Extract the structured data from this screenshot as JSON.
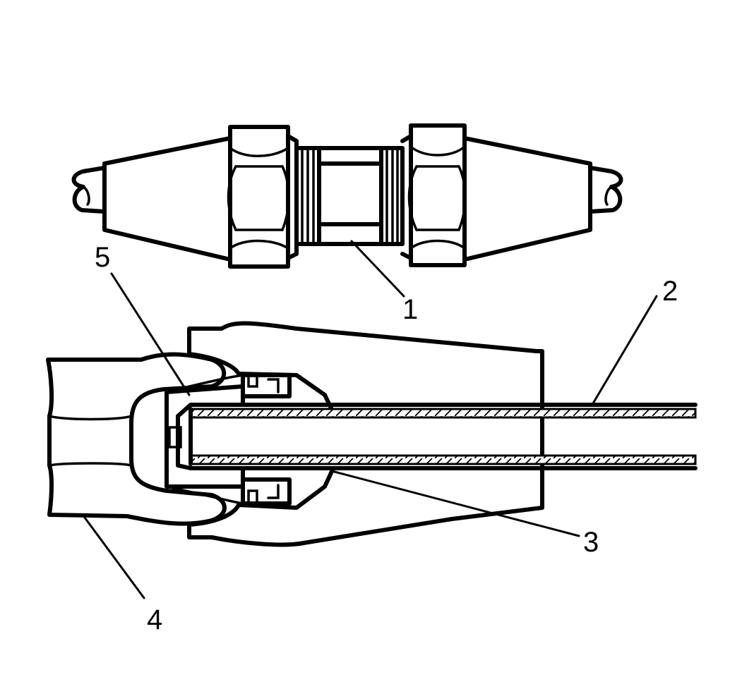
{
  "diagram": {
    "callouts": [
      {
        "id": "1",
        "label": "1"
      },
      {
        "id": "2",
        "label": "2"
      },
      {
        "id": "3",
        "label": "3"
      },
      {
        "id": "4",
        "label": "4"
      },
      {
        "id": "5",
        "label": "5"
      }
    ],
    "colors": {
      "ink": "#000000",
      "paper": "#ffffff"
    }
  }
}
